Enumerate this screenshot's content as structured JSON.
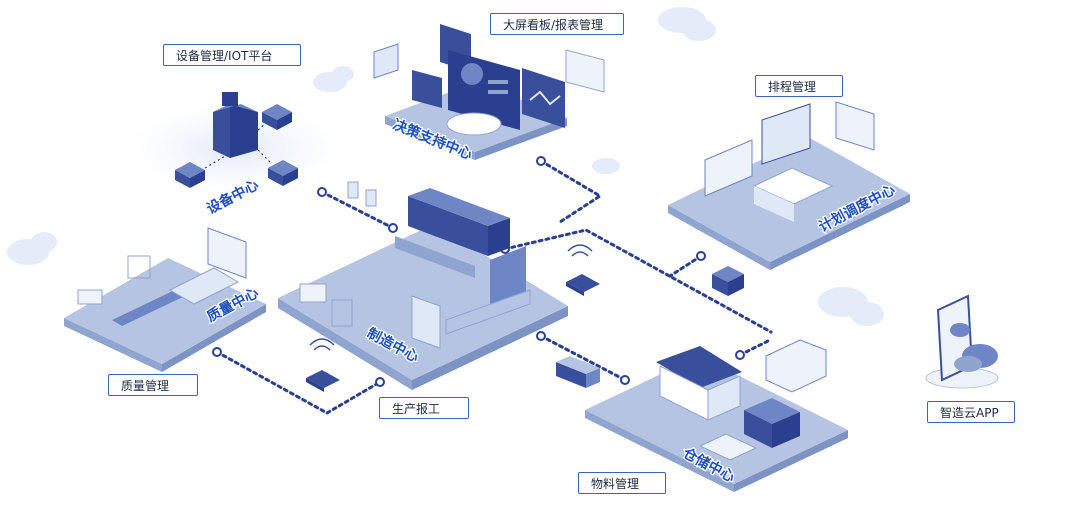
{
  "labels": {
    "device": "设备管理/IOT平台",
    "dashboard": "大屏看板/报表管理",
    "scheduling": "排程管理",
    "quality": "质量管理",
    "production_report": "生产报工",
    "material": "物料管理",
    "app": "智造云APP"
  },
  "zones": {
    "device_center": "设备中心",
    "decision_center": "决策支持中心",
    "plan_center": "计划调度中心",
    "quality_center": "质量中心",
    "manufacturing_center": "制造中心",
    "warehouse_center": "仓储中心"
  },
  "colors": {
    "platform_top": "#b4c4e2",
    "platform_left": "#8fa4cf",
    "platform_right": "#7d93c4",
    "dot_line": "#2a3f8f",
    "zone_text": "#1f4fbf",
    "cloud": "#e3ecf8",
    "machine_dark": "#3a4f9c",
    "machine_mid": "#6f86c6",
    "label_border": "#3d63b8"
  }
}
